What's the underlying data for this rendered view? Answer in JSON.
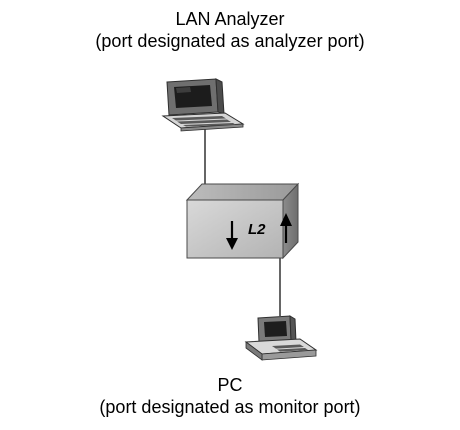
{
  "analyzer": {
    "name": "LAN Analyzer",
    "role": "(port designated as analyzer port)"
  },
  "switch": {
    "label": "L2"
  },
  "pc": {
    "name": "PC",
    "role": "(port designated as monitor port)"
  }
}
